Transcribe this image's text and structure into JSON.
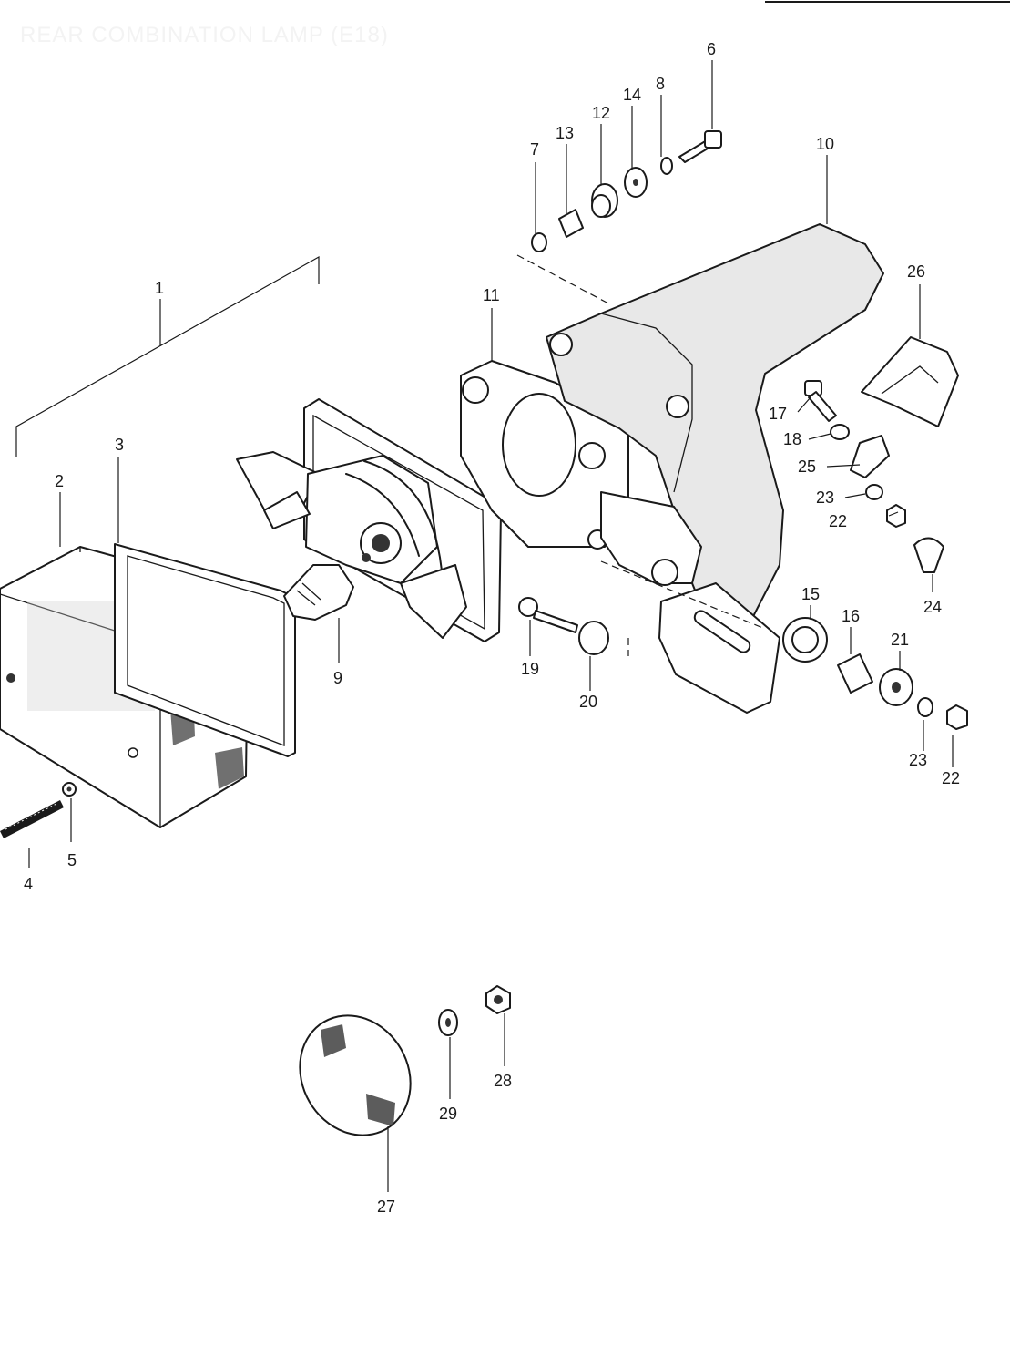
{
  "title": "REAR COMBINATION LAMP (E18)",
  "callouts": [
    {
      "id": "1",
      "label": "1"
    },
    {
      "id": "2",
      "label": "2"
    },
    {
      "id": "3",
      "label": "3"
    },
    {
      "id": "4",
      "label": "4"
    },
    {
      "id": "5",
      "label": "5"
    },
    {
      "id": "6",
      "label": "6"
    },
    {
      "id": "7",
      "label": "7"
    },
    {
      "id": "8",
      "label": "8"
    },
    {
      "id": "9",
      "label": "9"
    },
    {
      "id": "10",
      "label": "10"
    },
    {
      "id": "11",
      "label": "11"
    },
    {
      "id": "12",
      "label": "12"
    },
    {
      "id": "13",
      "label": "13"
    },
    {
      "id": "14",
      "label": "14"
    },
    {
      "id": "15",
      "label": "15"
    },
    {
      "id": "16",
      "label": "16"
    },
    {
      "id": "17",
      "label": "17"
    },
    {
      "id": "18",
      "label": "18"
    },
    {
      "id": "19",
      "label": "19"
    },
    {
      "id": "20",
      "label": "20"
    },
    {
      "id": "21",
      "label": "21"
    },
    {
      "id": "22a",
      "label": "22"
    },
    {
      "id": "22b",
      "label": "22"
    },
    {
      "id": "23a",
      "label": "23"
    },
    {
      "id": "23b",
      "label": "23"
    },
    {
      "id": "24",
      "label": "24"
    },
    {
      "id": "25",
      "label": "25"
    },
    {
      "id": "26",
      "label": "26"
    },
    {
      "id": "27",
      "label": "27"
    },
    {
      "id": "28",
      "label": "28"
    },
    {
      "id": "29",
      "label": "29"
    }
  ]
}
